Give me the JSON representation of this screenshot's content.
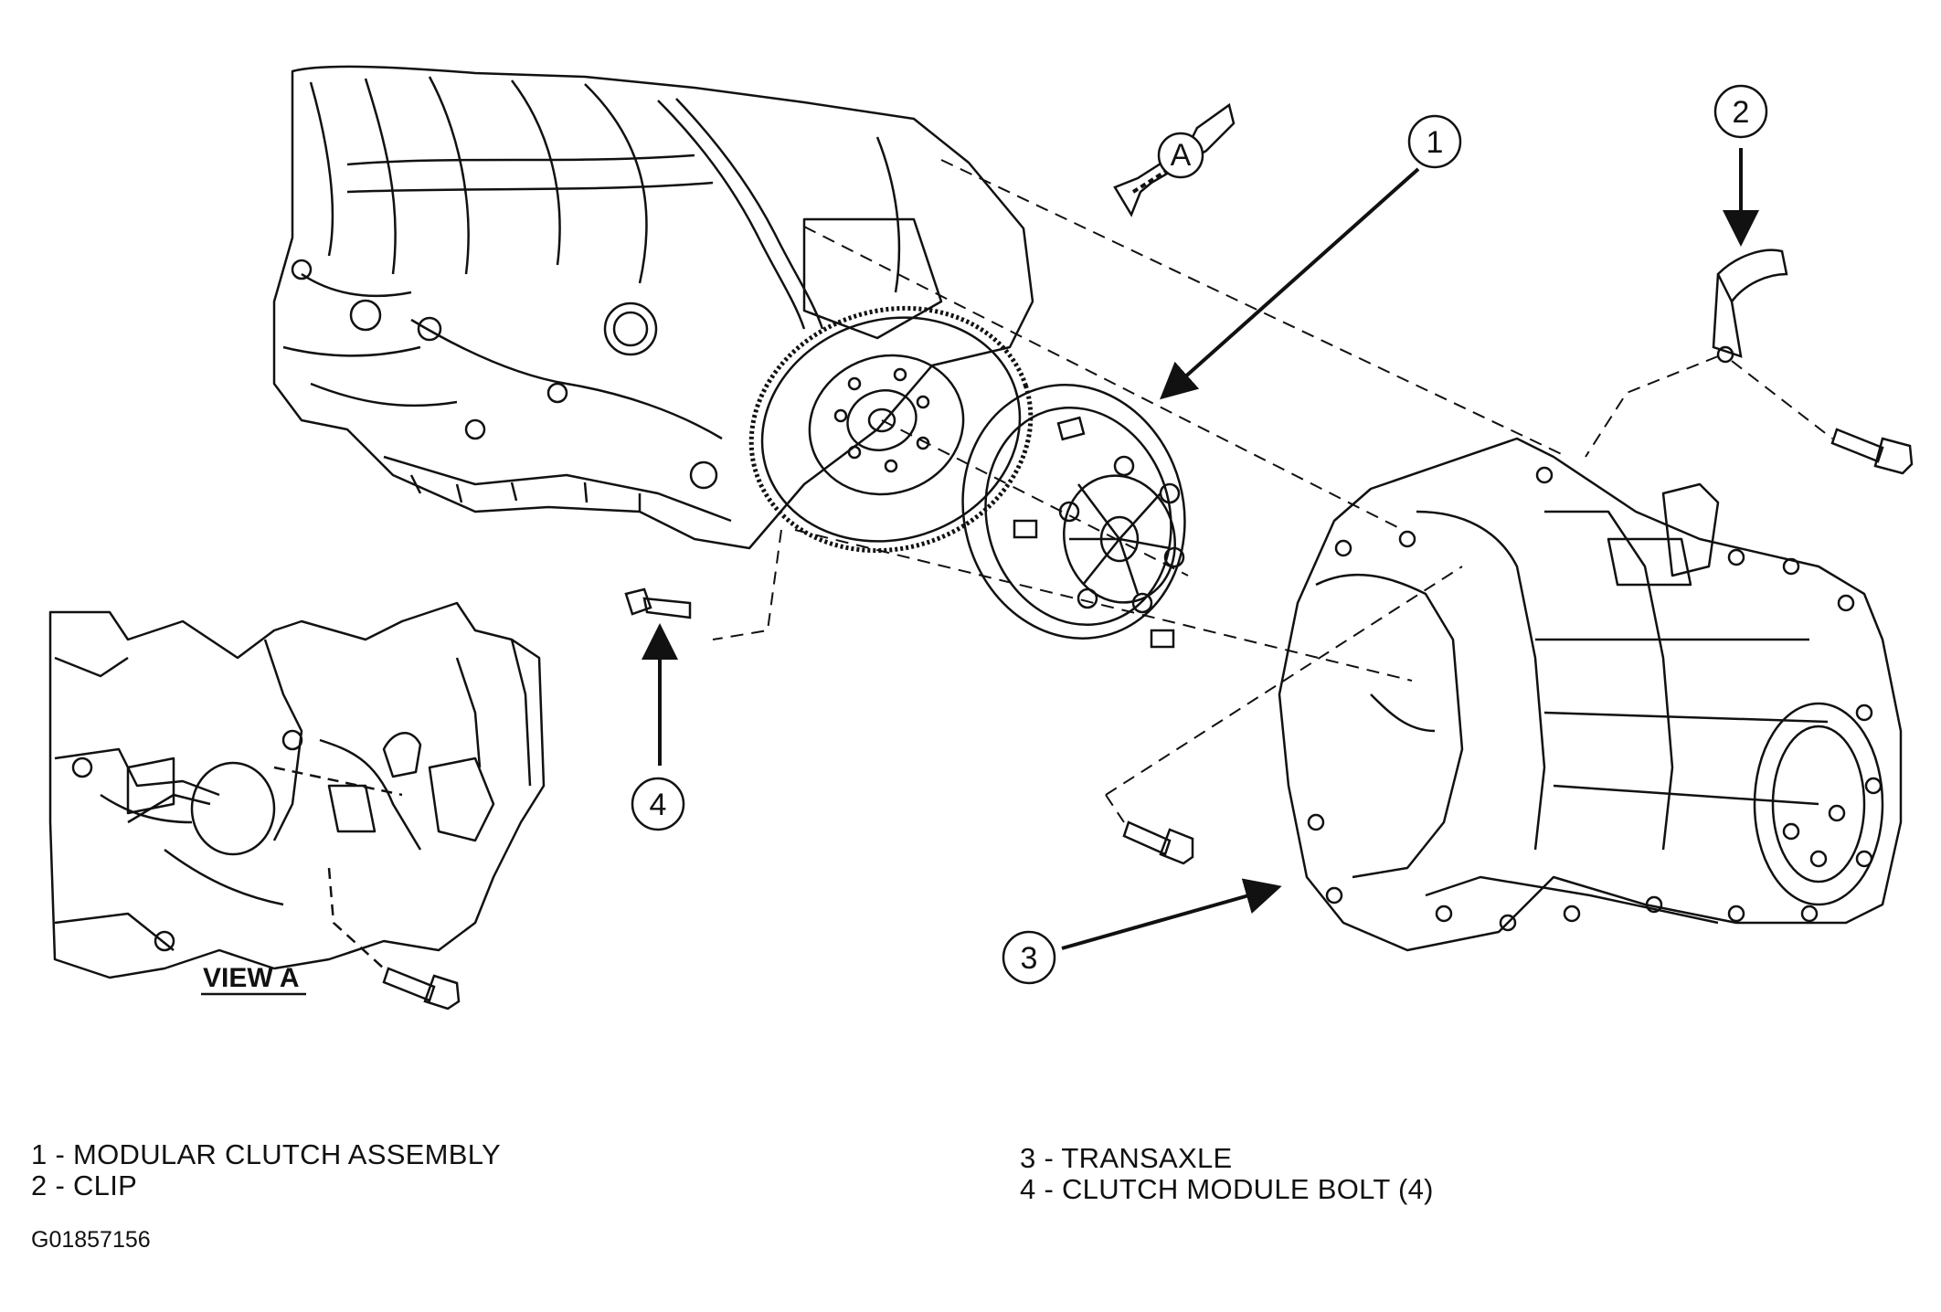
{
  "diagram": {
    "callouts": [
      {
        "num": "1"
      },
      {
        "num": "2"
      },
      {
        "num": "3"
      },
      {
        "num": "4"
      }
    ],
    "view_marker": "A",
    "inset_label": "VIEW A"
  },
  "legend": {
    "left": [
      "1 - MODULAR CLUTCH ASSEMBLY",
      "2 - CLIP"
    ],
    "right": [
      "3 - TRANSAXLE",
      "4 - CLUTCH MODULE BOLT (4)"
    ]
  },
  "figure_id": "G01857156"
}
